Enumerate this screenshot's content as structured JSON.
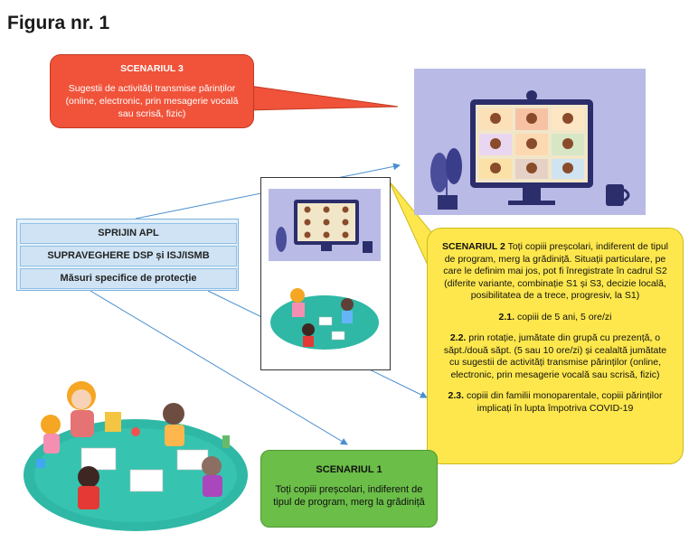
{
  "figure_title": "Figura nr. 1",
  "scenariul3": {
    "title": "SCENARIUL 3",
    "text": "Sugestii de activități transmise părinților (online, electronic, prin mesagerie vocală sau scrisă, fizic)"
  },
  "support": {
    "items": [
      "SPRIJIN APL",
      "SUPRAVEGHERE DSP și ISJ/ISMB",
      "Măsuri specifice de protecție"
    ]
  },
  "scenariul2": {
    "title": "SCENARIUL 2",
    "intro": "Toți copiii preșcolari, indiferent de tipul de program, merg la grădiniță. Situații particulare, pe care le definim mai jos, pot fi înregistrate în cadrul S2 (diferite variante, combinație S1 și S3, decizie locală, posibilitatea de a trece, progresiv, la S1)",
    "items": [
      {
        "num": "2.1.",
        "text": "copiii de 5 ani, 5 ore/zi"
      },
      {
        "num": "2.2.",
        "text": "prin rotație, jumătate din grupă cu prezență, o săpt./două săpt. (5 sau 10 ore/zi) și cealaltă jumătate cu sugestii de activități transmise părinților (online, electronic, prin mesagerie vocală sau scrisă, fizic)"
      },
      {
        "num": "2.3.",
        "text": "copiii din familii monoparentale, copiii părinților implicați în lupta împotriva COVID-19"
      }
    ]
  },
  "scenariul1": {
    "title": "SCENARIUL 1",
    "text": "Toți copiii preșcolari, indiferent de tipul de program, merg la grădiniță"
  },
  "colors": {
    "scenario3": "#f0533a",
    "scenario2": "#fde74c",
    "scenario1": "#6bbe48",
    "support_box": "#cfe3f4",
    "arrow": "#4a8fd0"
  },
  "icons": [
    "video-conference-icon",
    "children-playing-icon",
    "speech-bubble-tail"
  ]
}
